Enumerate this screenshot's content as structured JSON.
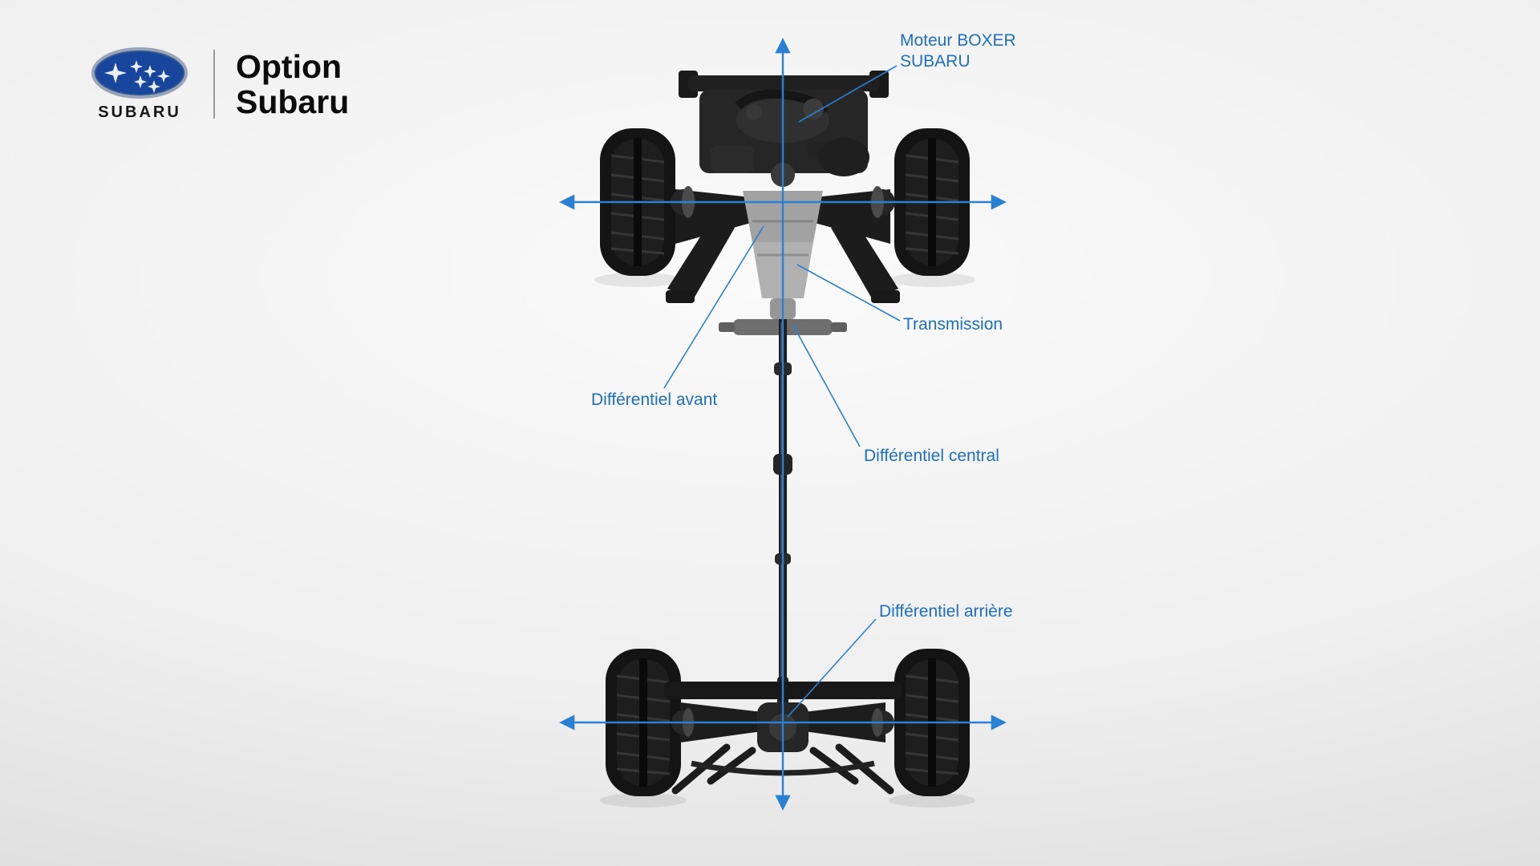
{
  "header": {
    "logo_word": "SUBARU",
    "title_line1": "Option",
    "title_line2": "Subaru"
  },
  "colors": {
    "arrow_blue": "#2a80d2",
    "label_blue": "#1e6fc0",
    "logo_blue": "#19469d",
    "background_center": "#fafafa",
    "background_edge": "#d6d6d6"
  },
  "diagram": {
    "description": "Top view of Subaru symmetrical all-wheel-drive drivetrain with crosshair axis arrows",
    "labels": {
      "engine": {
        "line1": "Moteur BOXER",
        "line2": "SUBARU"
      },
      "transmission": {
        "text": "Transmission"
      },
      "front_diff": {
        "text": "Différentiel avant"
      },
      "center_diff": {
        "text": "Différentiel central"
      },
      "rear_diff": {
        "text": "Différentiel arrière"
      }
    }
  }
}
